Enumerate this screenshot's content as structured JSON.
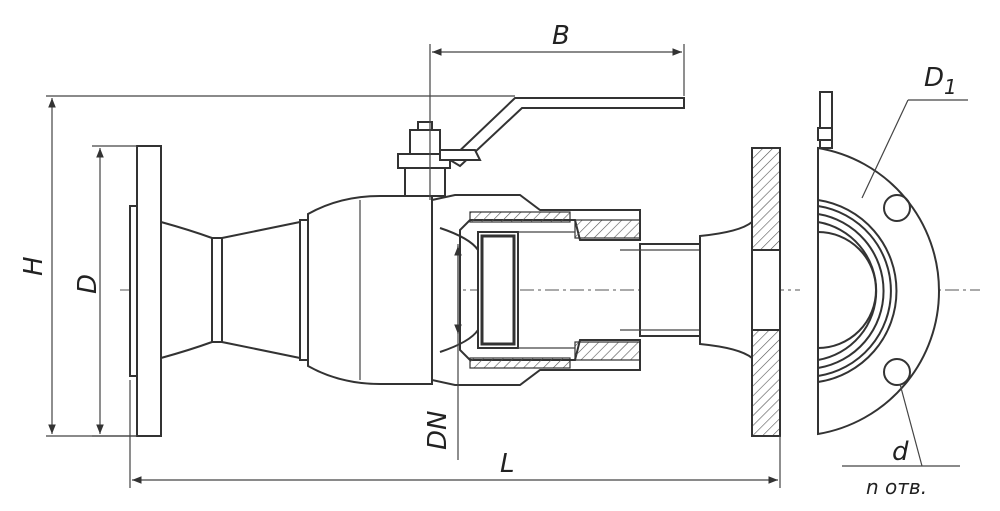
{
  "labels": {
    "B": "B",
    "H": "H",
    "D": "D",
    "DN": "DN",
    "L": "L",
    "D1": "D",
    "D1_sub": "1",
    "d": "d",
    "n_holes": "n  отв."
  }
}
